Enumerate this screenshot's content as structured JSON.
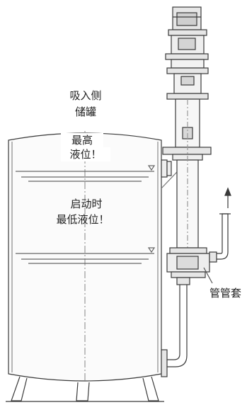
{
  "labels": {
    "tank_title_line1": "吸入侧",
    "tank_title_line2": "储罐",
    "max_level_line1": "最高",
    "max_level_line2": "液位！",
    "min_level_line1": "启动时",
    "min_level_line2": "最低液位！",
    "sleeve": "管管套"
  },
  "colors": {
    "line": "#3a3a3a",
    "fill": "#f4f4f4",
    "motor": "#555555"
  }
}
